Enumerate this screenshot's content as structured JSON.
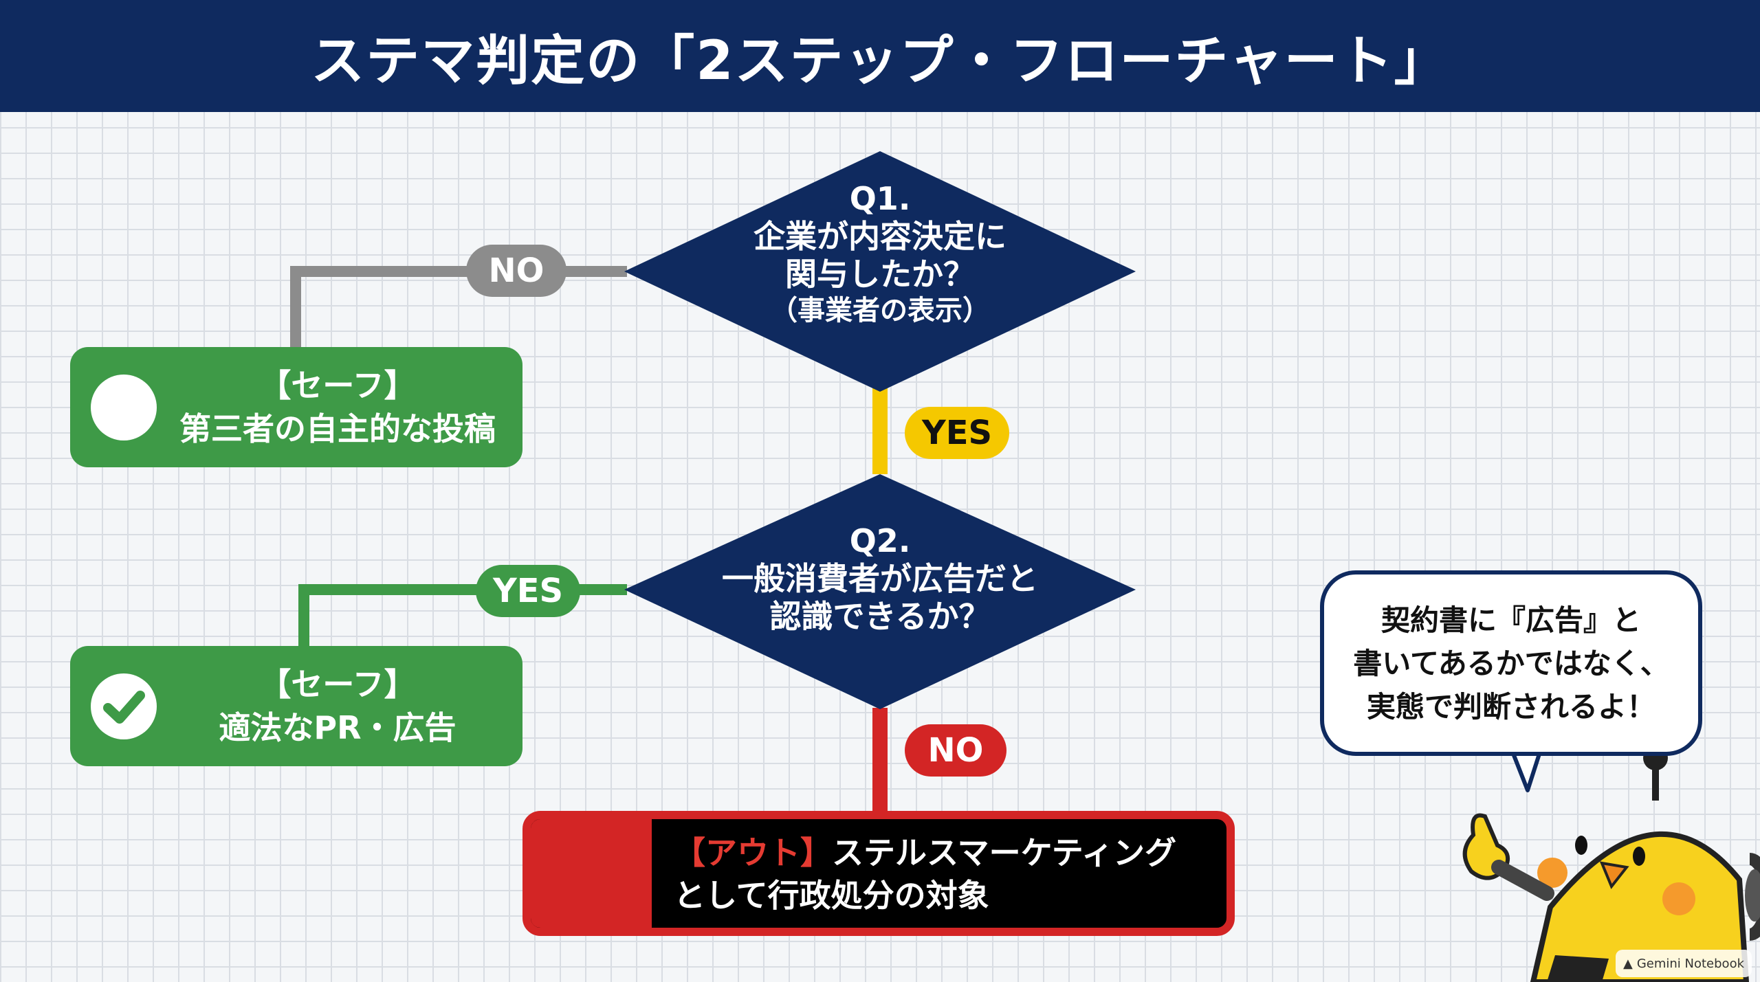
{
  "header": {
    "title": "ステマ判定の「2ステップ・フローチャート」"
  },
  "q1": {
    "label": "Q1.",
    "line1": "企業が内容決定に",
    "line2": "関与したか？",
    "line3": "（事業者の表示）"
  },
  "q2": {
    "label": "Q2.",
    "line1": "一般消費者が広告だと",
    "line2": "認識できるか？"
  },
  "branches": {
    "q1_no": "NO",
    "q1_yes": "YES",
    "q2_yes": "YES",
    "q2_no": "NO"
  },
  "safe1": {
    "line1": "【セーフ】",
    "line2": "第三者の自主的な投稿"
  },
  "safe2": {
    "line1": "【セーフ】",
    "line2": "適法なPR・広告"
  },
  "out": {
    "tag": "【アウト】",
    "line1_rest": "ステルスマーケティング",
    "line2": "として行政処分の対象"
  },
  "bubble": {
    "line1": "契約書に『広告』と",
    "line2": "書いてあるかではなく、",
    "line3": "実態で判断されるよ！"
  },
  "badge": {
    "text": "Gemini Notebook"
  },
  "colors": {
    "navy": "#0f2a5f",
    "safe_green": "#3e9a47",
    "yes_yellow": "#f5c800",
    "no_red": "#d32525",
    "no_gray": "#8c8c8c",
    "mascot_yellow": "#f7d11e"
  }
}
